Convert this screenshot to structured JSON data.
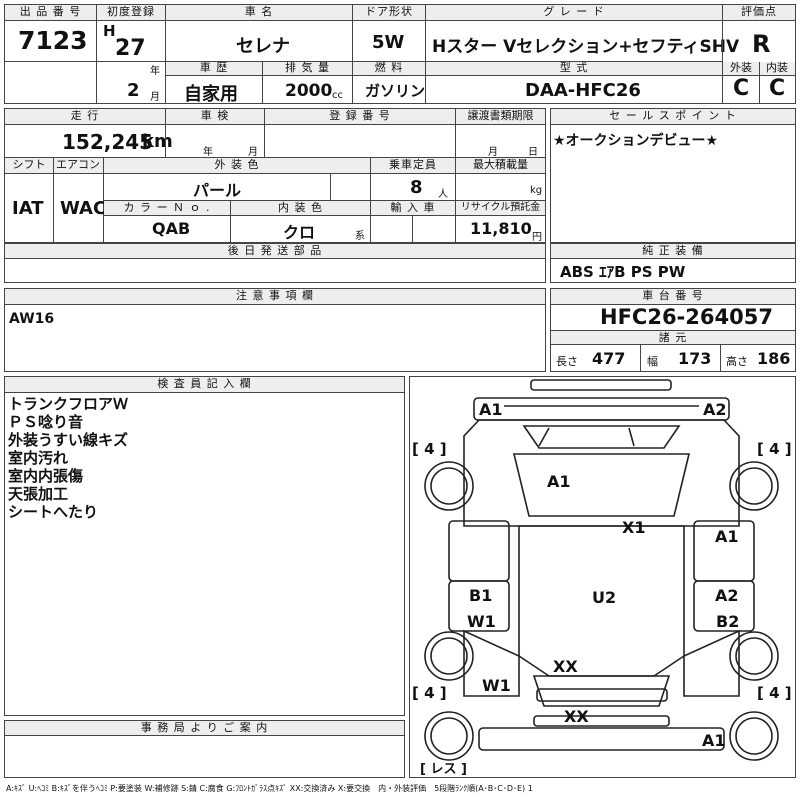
{
  "header": {
    "lot_label": "出 品 番 号",
    "lot": "7123",
    "reg_label": "初度登録",
    "era": "H",
    "year": "27",
    "year_unit": "年",
    "month": "2",
    "month_unit": "月",
    "name_label": "車 名",
    "name": "セレナ",
    "door_label": "ドア形状",
    "door": "5W",
    "grade_label": "グ レ ー ド",
    "grade": "Hスター Vセレクション+セフティSHV",
    "score_label": "評価点",
    "score": "R",
    "history_label": "車 歴",
    "history": "自家用",
    "disp_label": "排 気 量",
    "disp": "2000",
    "disp_unit": "cc",
    "fuel_label": "燃 料",
    "fuel": "ガソリン",
    "model_label": "型 式",
    "model": "DAA-HFC26",
    "ext_label": "外装",
    "ext": "C",
    "int_label": "内装",
    "int": "C"
  },
  "row2": {
    "mileage_label": "走 行",
    "mileage": "152,245",
    "mileage_unit": "km",
    "inspect_label": "車 検",
    "inspect_year_unit": "年",
    "inspect_month_unit": "月",
    "regno_label": "登 録 番 号",
    "transfer_label": "譲渡書類期限",
    "transfer_month_unit": "月",
    "transfer_day_unit": "日",
    "shift_label": "シフト",
    "shift": "IAT",
    "ac_label": "エアコン",
    "ac": "WAC",
    "color_label": "外 装 色",
    "color": "パール",
    "capacity_label": "乗車定員",
    "capacity": "8",
    "capacity_unit": "人",
    "load_label": "最大積載量",
    "load_unit": "kg",
    "colorno_label": "カ ラ ー Ｎ ｏ .",
    "colorno": "QAB",
    "intcolor_label": "内 装 色",
    "intcolor": "クロ",
    "intcolor_unit": "系",
    "import_label": "輸 入 車",
    "recycle_label": "リサイクル預託金",
    "recycle": "11,810",
    "recycle_unit": "円"
  },
  "sales": {
    "label": "セ ー ル ス ポ イ ン ト",
    "text": "★オークションデビュー★"
  },
  "later_parts": {
    "label": "後 日 発 送 部 品"
  },
  "equipment": {
    "label": "純 正 装 備",
    "text": "ABS ｴｱB PS PW"
  },
  "notes": {
    "label": "注 意 事 項 欄",
    "text": "AW16"
  },
  "chassis": {
    "label": "車 台 番 号",
    "value": "HFC26-264057",
    "spec_label": "諸 元",
    "len_label": "長さ",
    "len": "477",
    "wid_label": "幅",
    "wid": "173",
    "hgt_label": "高さ",
    "hgt": "186"
  },
  "inspector": {
    "label": "検 査 員 記 入 欄",
    "lines": [
      "トランクフロアＷ",
      "ＰＳ唸り音",
      "外装うすい線キズ",
      "室内汚れ",
      "室内内張傷",
      "天張加工",
      "シートへたり"
    ]
  },
  "office": {
    "label": "事 務 局 よ り ご 案 内"
  },
  "diagram": {
    "marks": [
      "A1",
      "A2",
      "A1",
      "X1",
      "A1",
      "B1",
      "W1",
      "U2",
      "A2",
      "B2",
      "XX",
      "W1",
      "XX",
      "A1"
    ],
    "tires": [
      "[ 4 ]",
      "[ 4 ]",
      "[ 4 ]",
      "[ 4 ]"
    ],
    "spare": "[ レス ]"
  },
  "legend": "A:ｷｽﾞ U:ﾍｺﾐ B:ｷｽﾞを伴うﾍｺﾐ P:要塗装 W:補修跡 S:錆 C:腐食 G:ﾌﾛﾝﾄｶﾞﾗｽ点ｷｽﾞ XX:交換済み X:要交換　内・外装評価　5段階ﾗﾝｸ順(A･B･C･D･E) 1"
}
